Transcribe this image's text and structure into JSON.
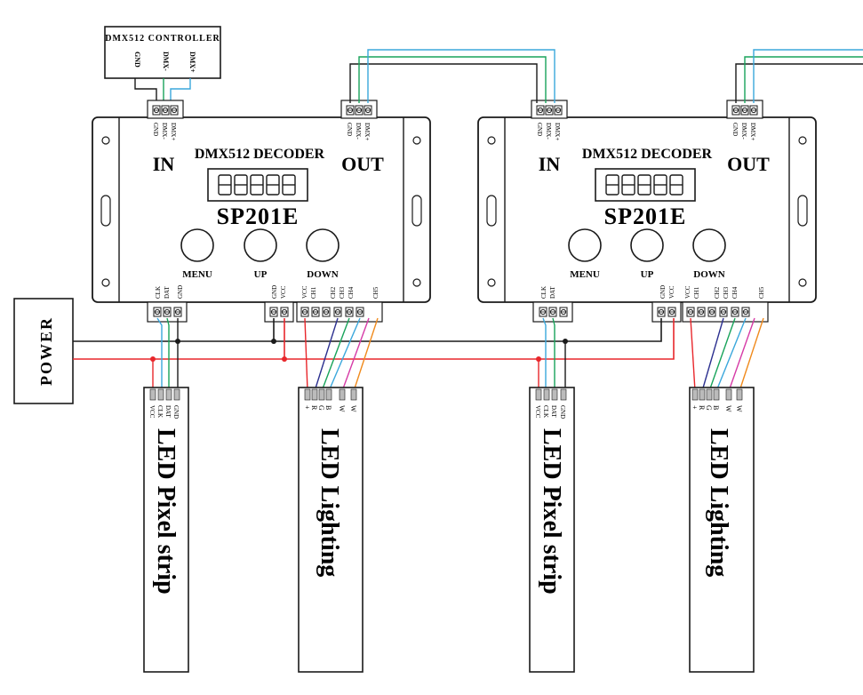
{
  "controller": {
    "title": "DMX512 CONTROLLER",
    "pins": [
      "GND",
      "DMX-",
      "DMX+"
    ]
  },
  "power": {
    "label": "POWER"
  },
  "decoder": {
    "title": "DMX512 DECODER",
    "model": "SP201E",
    "in_label": "IN",
    "out_label": "OUT",
    "display_text": "88888",
    "buttons": [
      "MENU",
      "UP",
      "DOWN"
    ],
    "dmx_pins": [
      "GND",
      "DMX-",
      "DMX+"
    ],
    "pixel_out_pins": [
      "CLK",
      "DAT",
      "GND"
    ],
    "pixel_out_pins_decoder2": [
      "CLK",
      "DAT"
    ],
    "power_in_pins": [
      "GND",
      "VCC"
    ],
    "power_in_pins_decoder2": [
      "GND",
      "VCC"
    ],
    "pwm_pins": [
      "VCC",
      "CH1",
      "CH2",
      "CH3",
      "CH4",
      "CH5"
    ]
  },
  "strips": {
    "pixel_label": "LED Pixel strip",
    "lighting_label": "LED Lighting",
    "pixel_pins": [
      "VCC",
      "CLK",
      "DAT",
      "GND"
    ],
    "lighting_pins": [
      "+",
      "R",
      "G",
      "B",
      "W",
      "W"
    ]
  },
  "colors": {
    "line": "#1a1a1a",
    "power_red": "#e8262b",
    "dmx_green": "#18a35a",
    "dmx_blue": "#3aa7dc",
    "ch_red": "#e8262b",
    "ch_blue": "#2b2f8f",
    "ch_green": "#18a35a",
    "ch_cyan": "#3aa7dc",
    "ch_magenta": "#d63aa6",
    "ch_orange": "#f08a1c"
  }
}
